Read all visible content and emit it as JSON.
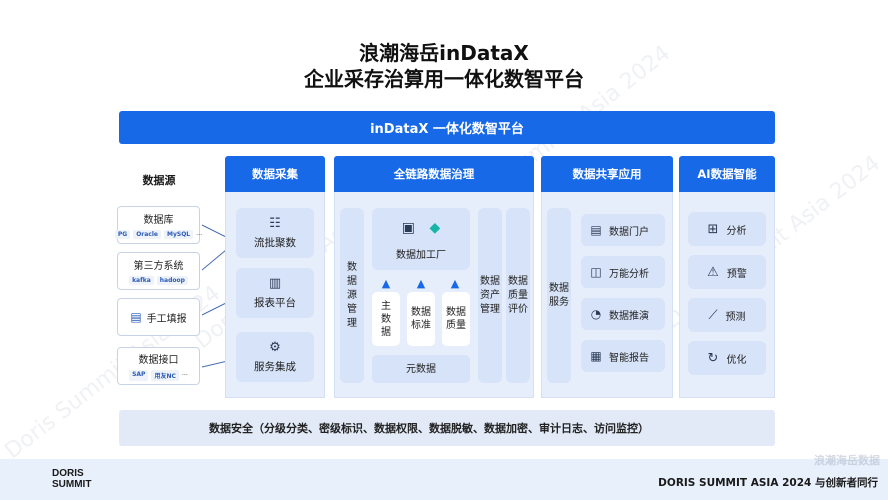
{
  "title_line1": "浪潮海岳inDataX",
  "title_line2": "企业采存治算用一体化数智平台",
  "banner": "inDataX 一体化数智平台",
  "sources": {
    "heading": "数据源",
    "items": [
      {
        "label": "数据库",
        "logos": [
          "PG",
          "Oracle",
          "MySQL"
        ],
        "more": "…"
      },
      {
        "label": "第三方系统",
        "logos": [
          "kafka",
          "hadoop"
        ]
      },
      {
        "label": "手工填报"
      },
      {
        "label": "数据接口",
        "logos": [
          "SAP",
          "用友NC"
        ],
        "more": "…"
      }
    ]
  },
  "collection": {
    "header": "数据采集",
    "items": [
      {
        "label": "流批聚数",
        "icon": "☷"
      },
      {
        "label": "报表平台",
        "icon": "▥"
      },
      {
        "label": "服务集成",
        "icon": "⚙"
      }
    ]
  },
  "governance": {
    "header": "全链路数据治理",
    "left": "数据源管理",
    "factory": "数据加工厂",
    "sub": [
      "主数据",
      "数据标准",
      "数据质量"
    ],
    "meta": "元数据",
    "right1": "数据资产管理",
    "right2": "数据质量评价"
  },
  "sharing": {
    "header": "数据共享应用",
    "service": "数据服务",
    "items": [
      {
        "label": "数据门户",
        "icon": "▤"
      },
      {
        "label": "万能分析",
        "icon": "◫"
      },
      {
        "label": "数据推演",
        "icon": "◔"
      },
      {
        "label": "智能报告",
        "icon": "▦"
      }
    ]
  },
  "ai": {
    "header": "AI数据智能",
    "items": [
      {
        "label": "分析",
        "icon": "⊞"
      },
      {
        "label": "预警",
        "icon": "⚠"
      },
      {
        "label": "预测",
        "icon": "⟋"
      },
      {
        "label": "优化",
        "icon": "↻"
      }
    ]
  },
  "security": "数据安全（分级分类、密级标识、数据权限、数据脱敏、数据加密、审计日志、访问监控）",
  "footer": {
    "logo_line1": "DORIS",
    "logo_line2": "SUMMIT",
    "right": "DORIS SUMMIT ASIA 2024  与创新者同行",
    "stamp": "浪潮海岳数据"
  },
  "watermark": "Doris Summit Asia 2024",
  "colors": {
    "primary": "#1769e8",
    "panel": "#e7eefb",
    "card": "#d7e3f8"
  }
}
